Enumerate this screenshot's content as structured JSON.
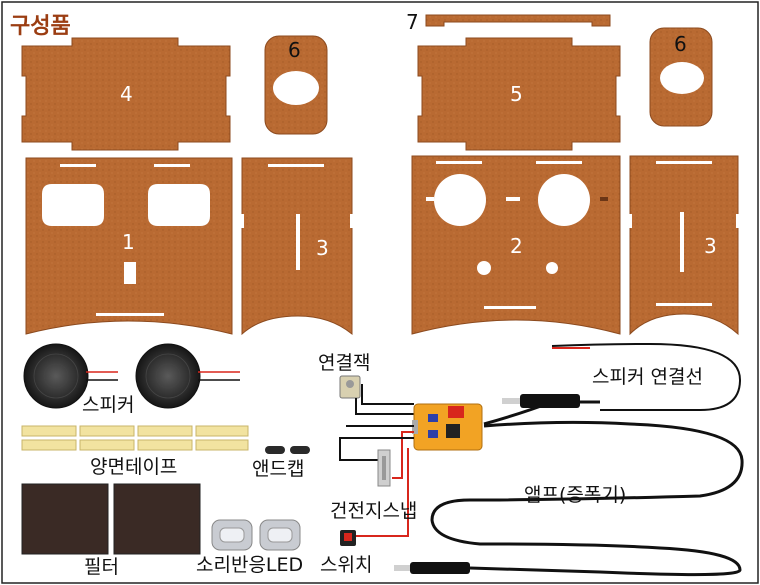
{
  "title": "구성품",
  "piece_numbers": {
    "p1": "1",
    "p2": "2",
    "p3a": "3",
    "p3b": "3",
    "p4": "4",
    "p5": "5",
    "p6a": "6",
    "p6b": "6",
    "p7": "7"
  },
  "labels": {
    "speaker": "스피커",
    "tape": "양면테이프",
    "filter": "필터",
    "led": "소리반응LED",
    "endcap": "앤드캡",
    "jack": "연결잭",
    "speaker_cable": "스피커 연결선",
    "amp": "앰프(증폭기)",
    "battery_snap": "건전지스냅",
    "switch": "스위치"
  },
  "colors": {
    "cardboard": "#b96a32",
    "cardboard_edge": "#8c4a1e",
    "title": "#9b3d12",
    "pcb": "#f2a324",
    "wire_red": "#d8261c",
    "wire_black": "#111111"
  }
}
